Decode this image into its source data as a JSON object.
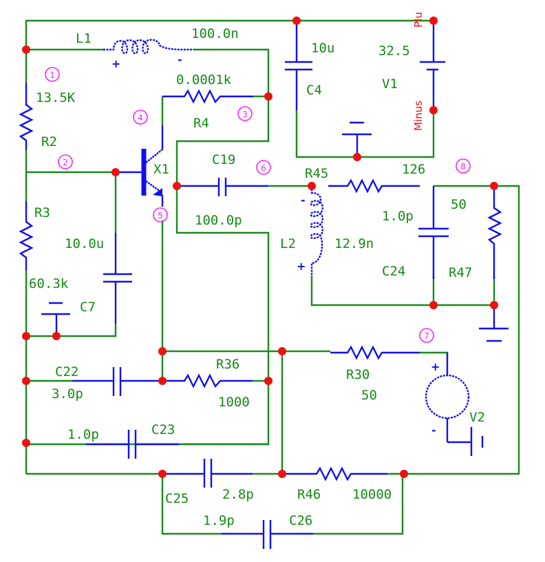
{
  "schematic": {
    "components": {
      "L1": {
        "name": "L1",
        "value": "100.0n",
        "plus": "+",
        "minus": "-"
      },
      "R4": {
        "name": "R4",
        "value": "0.0001k"
      },
      "R2": {
        "name": "R2",
        "value": "13.5K"
      },
      "R3": {
        "name": "R3",
        "value": "60.3k"
      },
      "X1": {
        "name": "X1"
      },
      "C19": {
        "name": "C19",
        "value": "100.0p"
      },
      "C4": {
        "name": "C4",
        "value": "10u"
      },
      "V1": {
        "name": "V1",
        "value": "32.5",
        "plus_label": "Plu",
        "minus_label": "Minus"
      },
      "C7": {
        "name": "C7",
        "value": "10.0u"
      },
      "R45": {
        "name": "R45",
        "value": "126"
      },
      "L2": {
        "name": "L2",
        "value": "12.9n",
        "plus": "+",
        "minus": "-"
      },
      "C24": {
        "name": "C24",
        "value": "1.0p"
      },
      "R47": {
        "name": "R47",
        "value": "50"
      },
      "C22": {
        "name": "C22",
        "value": "3.0p"
      },
      "R36": {
        "name": "R36",
        "value": "1000"
      },
      "R30": {
        "name": "R30",
        "value": "50"
      },
      "V2": {
        "name": "V2",
        "plus": "+",
        "minus": "-"
      },
      "C23": {
        "name": "C23",
        "value": "1.0p"
      },
      "C25": {
        "name": "C25",
        "value": "2.8p"
      },
      "R46": {
        "name": "R46",
        "value": "10000"
      },
      "C26": {
        "name": "C26",
        "value": "1.9p"
      }
    },
    "nodes": [
      "1",
      "2",
      "3",
      "4",
      "5",
      "6",
      "7",
      "8"
    ],
    "colors": {
      "wire": "#1a8a1a",
      "component": "#1010ee",
      "junction": "#ee1111",
      "node_marker": "#ff22ff",
      "label": "#148a14"
    }
  }
}
